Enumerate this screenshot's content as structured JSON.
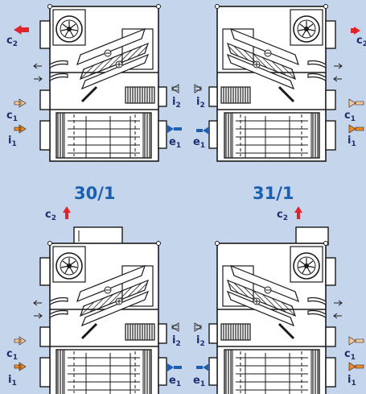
{
  "titles": {
    "left": "30/1",
    "right": "31/1"
  },
  "labels": {
    "c": "c",
    "i": "i",
    "e": "e",
    "sub1": "1",
    "sub2": "2"
  },
  "colors": {
    "background": "#c5d5ec",
    "line": "#1a1a1a",
    "title": "#1a5fb0",
    "label": "#1d2f6f",
    "arrow_red": "#e0242b",
    "arrow_orange": "#f08a24",
    "arrow_peach": "#f6c79a",
    "arrow_blue": "#1f5fb0"
  },
  "icons": [
    "fan-icon",
    "heat-exchanger-icon",
    "filter-icon",
    "damper-icon",
    "airflow-arrow-icon"
  ]
}
